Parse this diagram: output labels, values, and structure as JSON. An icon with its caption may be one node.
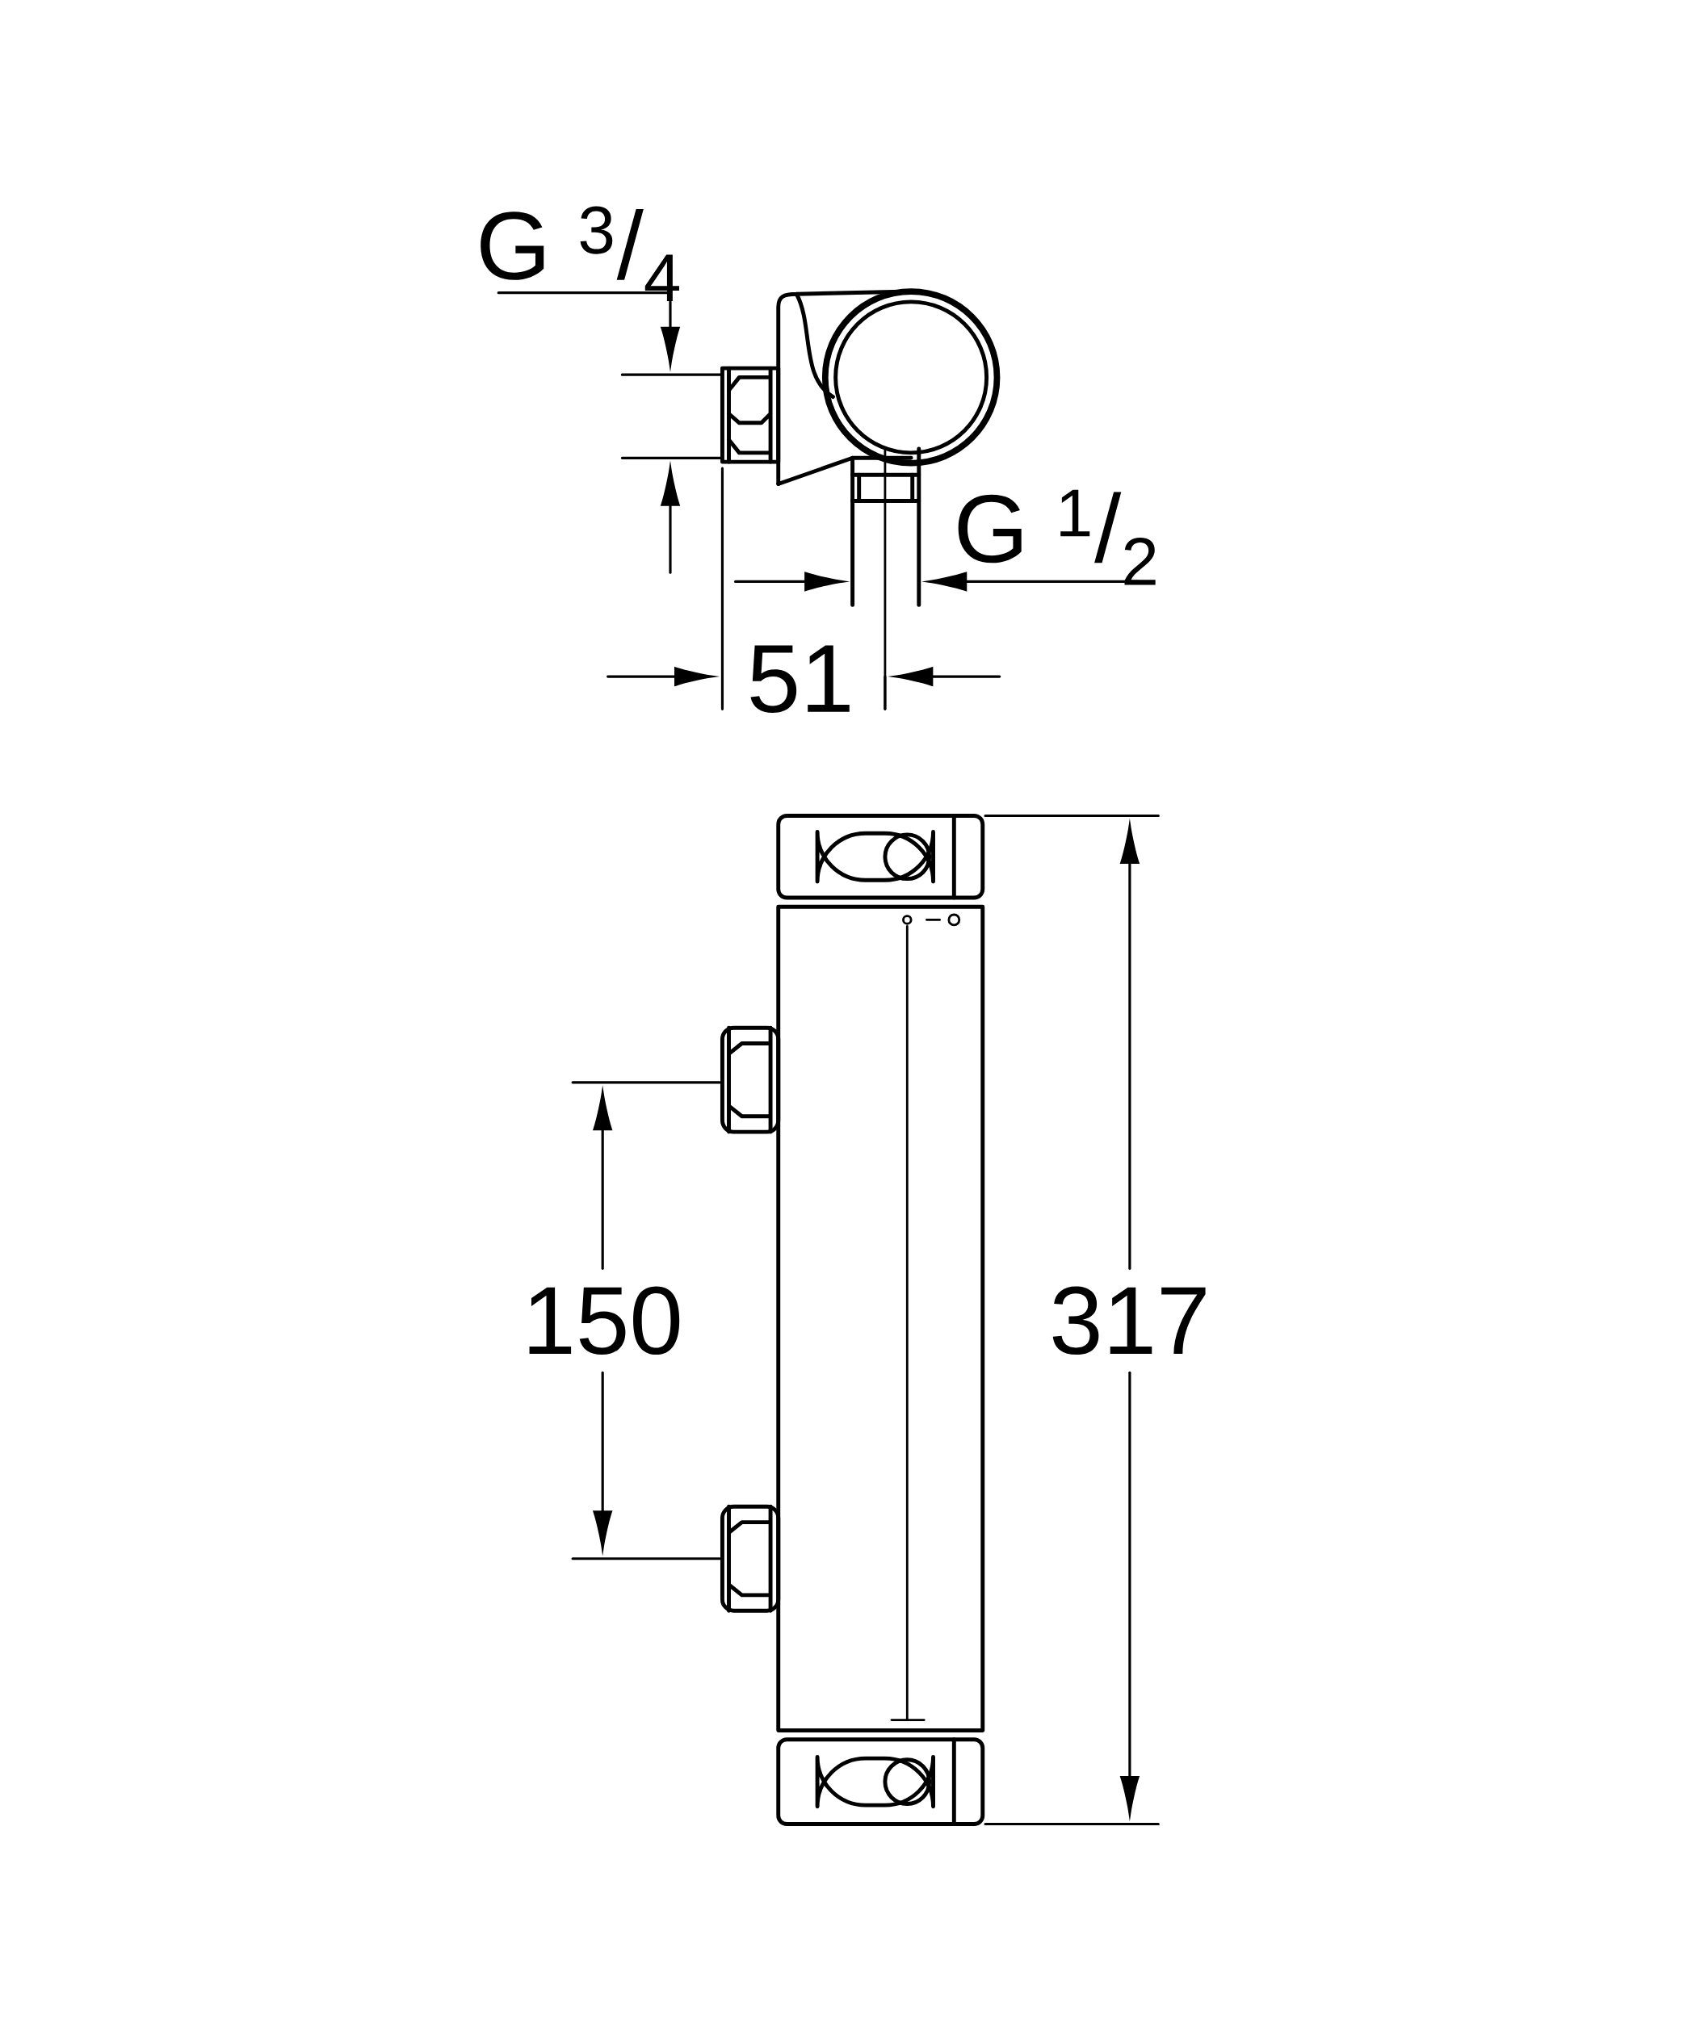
{
  "diagram": {
    "labels": [
      "G $^{3}$/$_{4}$",
      "G $^{1}$/$_{2}$",
      "51",
      "150",
      "317"
    ]
  }
}
